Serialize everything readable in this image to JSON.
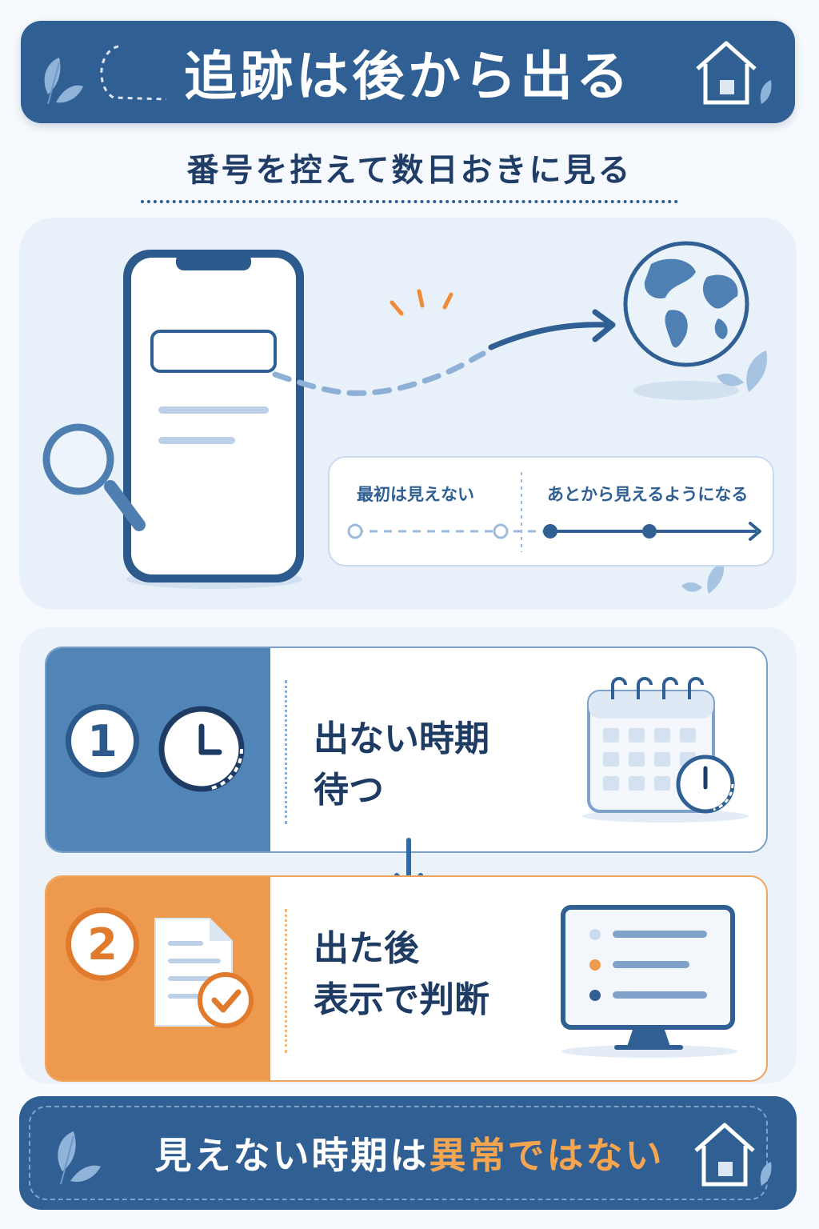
{
  "header": {
    "title": "追跡は後から出る"
  },
  "subtitle": "番号を控えて数日おきに見る",
  "timeline": {
    "before_label": "最初は見えない",
    "after_label": "あとから見えるようになる"
  },
  "steps": [
    {
      "number": "1",
      "line1": "出ない時期",
      "line2": "待つ"
    },
    {
      "number": "2",
      "line1": "出た後",
      "line2": "表示で判断"
    }
  ],
  "footer": {
    "text_plain": "見えない時期は",
    "text_highlight": "異常ではない"
  },
  "colors": {
    "primary": "#2f5f93",
    "accent_orange": "#ee9a4e",
    "background": "#f6f9fd"
  },
  "icons": [
    "leaf-icon",
    "house-icon",
    "smartphone-icon",
    "magnifier-icon",
    "globe-icon",
    "clock-icon",
    "calendar-icon",
    "document-check-icon",
    "monitor-list-icon",
    "arrow-down-icon"
  ]
}
